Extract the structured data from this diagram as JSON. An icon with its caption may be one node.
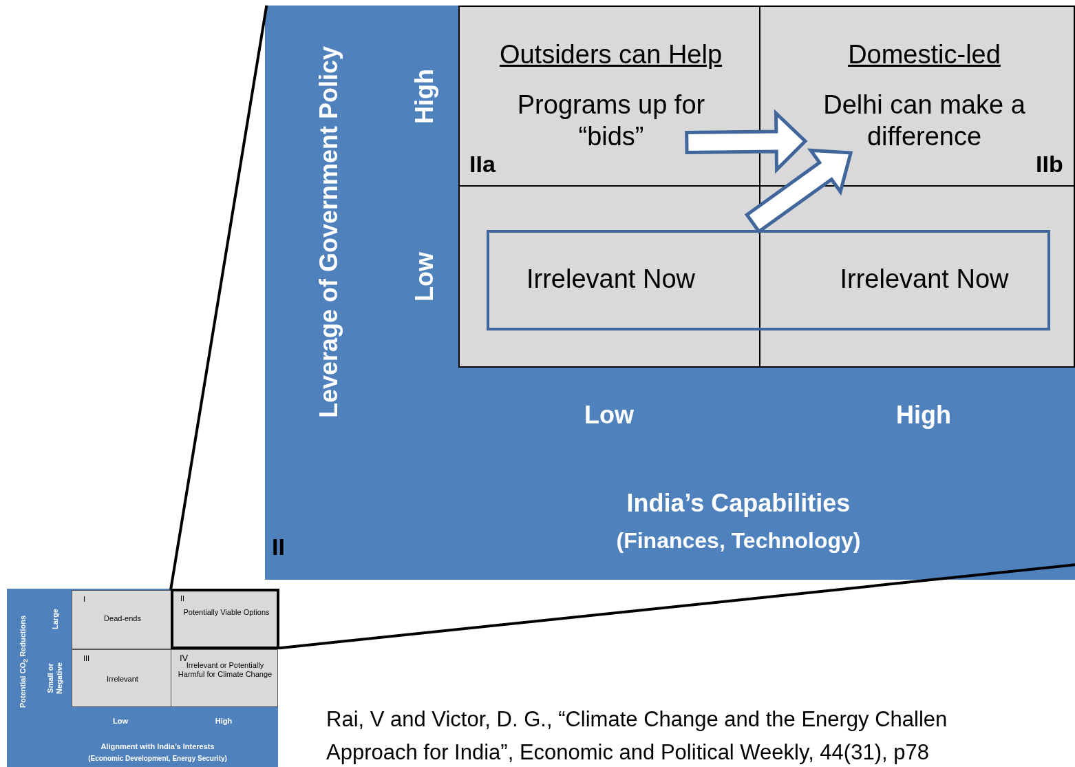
{
  "diagram": {
    "nodes": [
      {
        "text": [
          "II"
        ]
      },
      {
        "text": [
          "IIa",
          "Outsiders can Help",
          "Programs up for “bids”"
        ],
        "in": 0
      },
      {
        "text": [
          "IIb",
          "Domestic-led",
          "Delhi can make a difference"
        ],
        "in": 0
      },
      {
        "text": [
          "Irrelevant Now"
        ],
        "in": 0
      },
      {
        "text": [
          "Irrelevant Now"
        ],
        "in": 0
      },
      {
        "text": [],
        "shape": "box"
      },
      {
        "text": [
          "I",
          "Dead-ends"
        ],
        "in": 5
      },
      {
        "text": [
          "II",
          "Potentially Viable Options"
        ],
        "in": 5
      },
      {
        "text": [
          "III",
          "Irrelevant"
        ],
        "in": 5
      },
      {
        "text": [
          "IV",
          "Irrelevant or Potentially Harmful for Climate Change"
        ],
        "in": 5
      }
    ],
    "edges": [
      {
        "from": 7,
        "to": 0,
        "arrow": "none"
      },
      {
        "from": 7,
        "to": 0,
        "arrow": "none"
      },
      {
        "from": 1,
        "to": 2,
        "arrow": "to"
      },
      {
        "from": 3,
        "to": 2,
        "arrow": "to"
      }
    ],
    "labels": [
      "Leverage of Government Policy",
      "High",
      "Low",
      "Low",
      "High",
      "India’s Capabilities",
      "(Finances, Technology)",
      "Potential CO$_{2}$ Reductions",
      "Large",
      "Small or Negative",
      "Low",
      "High",
      "Alignment with India’s Interests",
      "(Economic Development, Energy Security)",
      "Rai, V and Victor, D. G., “Climate Change and the Energy Challen",
      "Approach for India”, Economic and Political Weekly, 44(31), p78"
    ]
  }
}
